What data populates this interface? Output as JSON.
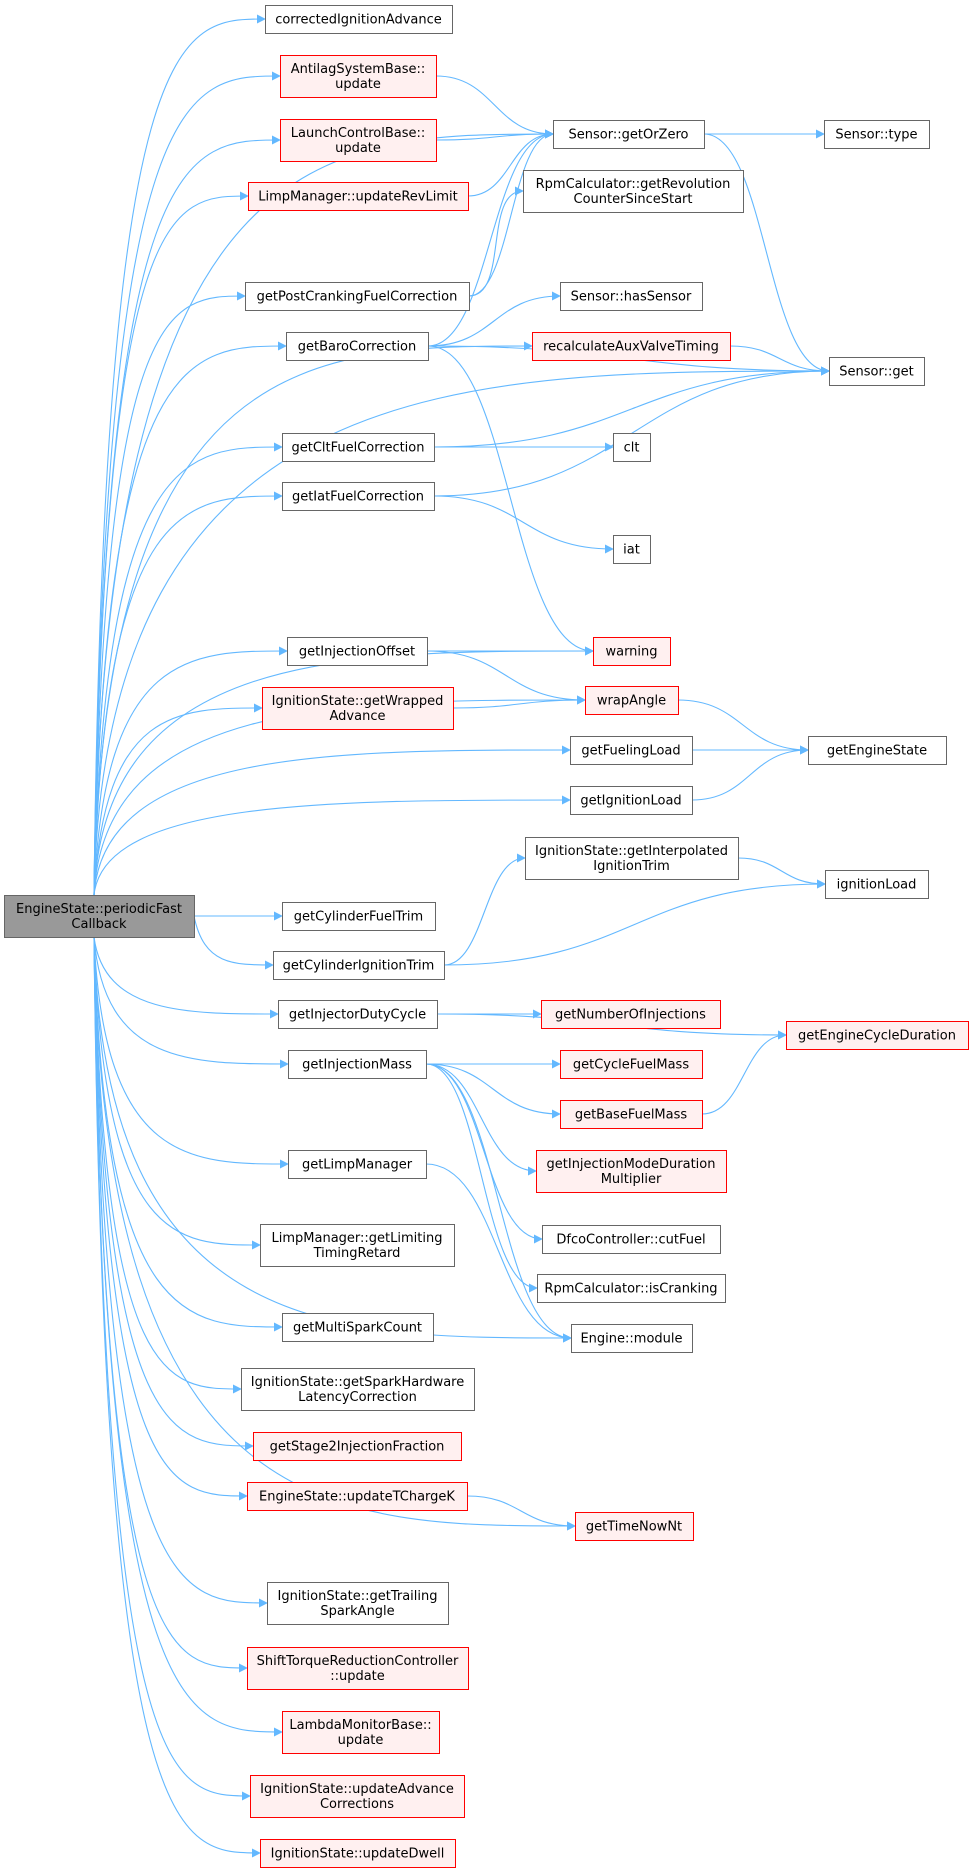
{
  "colors": {
    "edge": "#63b8ff",
    "normal_fill": "#ffffff",
    "normal_stroke": "#666666",
    "red_fill": "#fff0f0",
    "red_stroke": "#ff0000",
    "root_fill": "#999999",
    "root_stroke": "#666666"
  },
  "nodes": [
    {
      "id": "root",
      "lines": [
        "EngineState::periodicFast",
        "Callback"
      ],
      "style": "root"
    },
    {
      "id": "n1",
      "lines": [
        "correctedIgnitionAdvance"
      ],
      "style": "normal"
    },
    {
      "id": "n2",
      "lines": [
        "AntilagSystemBase::",
        "update"
      ],
      "style": "red"
    },
    {
      "id": "n3",
      "lines": [
        "LaunchControlBase::",
        "update"
      ],
      "style": "red"
    },
    {
      "id": "n4",
      "lines": [
        "LimpManager::updateRevLimit"
      ],
      "style": "red"
    },
    {
      "id": "n5",
      "lines": [
        "getPostCrankingFuelCorrection"
      ],
      "style": "normal"
    },
    {
      "id": "n6",
      "lines": [
        "getBaroCorrection"
      ],
      "style": "normal"
    },
    {
      "id": "n7",
      "lines": [
        "getCltFuelCorrection"
      ],
      "style": "normal"
    },
    {
      "id": "n8",
      "lines": [
        "getIatFuelCorrection"
      ],
      "style": "normal"
    },
    {
      "id": "n9",
      "lines": [
        "getInjectionOffset"
      ],
      "style": "normal"
    },
    {
      "id": "n10",
      "lines": [
        "IgnitionState::getWrapped",
        "Advance"
      ],
      "style": "red"
    },
    {
      "id": "n11",
      "lines": [
        "getCylinderFuelTrim"
      ],
      "style": "normal"
    },
    {
      "id": "n12",
      "lines": [
        "getCylinderIgnitionTrim"
      ],
      "style": "normal"
    },
    {
      "id": "n13",
      "lines": [
        "getInjectorDutyCycle"
      ],
      "style": "normal"
    },
    {
      "id": "n14",
      "lines": [
        "getInjectionMass"
      ],
      "style": "normal"
    },
    {
      "id": "n15",
      "lines": [
        "getLimpManager"
      ],
      "style": "normal"
    },
    {
      "id": "n16",
      "lines": [
        "LimpManager::getLimiting",
        "TimingRetard"
      ],
      "style": "normal"
    },
    {
      "id": "n17",
      "lines": [
        "getMultiSparkCount"
      ],
      "style": "normal"
    },
    {
      "id": "n18",
      "lines": [
        "IgnitionState::getSparkHardware",
        "LatencyCorrection"
      ],
      "style": "normal"
    },
    {
      "id": "n19",
      "lines": [
        "getStage2InjectionFraction"
      ],
      "style": "red"
    },
    {
      "id": "n20",
      "lines": [
        "EngineState::updateTChargeK"
      ],
      "style": "red"
    },
    {
      "id": "n21",
      "lines": [
        "IgnitionState::getTrailing",
        "SparkAngle"
      ],
      "style": "normal"
    },
    {
      "id": "n22",
      "lines": [
        "ShiftTorqueReductionController",
        "::update"
      ],
      "style": "red"
    },
    {
      "id": "n23",
      "lines": [
        "LambdaMonitorBase::",
        "update"
      ],
      "style": "red"
    },
    {
      "id": "n24",
      "lines": [
        "IgnitionState::updateAdvance",
        "Corrections"
      ],
      "style": "red"
    },
    {
      "id": "n25",
      "lines": [
        "IgnitionState::updateDwell"
      ],
      "style": "red"
    },
    {
      "id": "s1",
      "lines": [
        "Sensor::getOrZero"
      ],
      "style": "normal"
    },
    {
      "id": "s2",
      "lines": [
        "RpmCalculator::getRevolution",
        "CounterSinceStart"
      ],
      "style": "normal"
    },
    {
      "id": "s3",
      "lines": [
        "Sensor::hasSensor"
      ],
      "style": "normal"
    },
    {
      "id": "s4",
      "lines": [
        "recalculateAuxValveTiming"
      ],
      "style": "red"
    },
    {
      "id": "s5",
      "lines": [
        "clt"
      ],
      "style": "normal"
    },
    {
      "id": "s6",
      "lines": [
        "iat"
      ],
      "style": "normal"
    },
    {
      "id": "s7",
      "lines": [
        "warning"
      ],
      "style": "red"
    },
    {
      "id": "s8",
      "lines": [
        "wrapAngle"
      ],
      "style": "red"
    },
    {
      "id": "s9",
      "lines": [
        "getFuelingLoad"
      ],
      "style": "normal"
    },
    {
      "id": "s10",
      "lines": [
        "getIgnitionLoad"
      ],
      "style": "normal"
    },
    {
      "id": "s11",
      "lines": [
        "IgnitionState::getInterpolated",
        "IgnitionTrim"
      ],
      "style": "normal"
    },
    {
      "id": "s12",
      "lines": [
        "getNumberOfInjections"
      ],
      "style": "red"
    },
    {
      "id": "s13",
      "lines": [
        "getCycleFuelMass"
      ],
      "style": "red"
    },
    {
      "id": "s14",
      "lines": [
        "getBaseFuelMass"
      ],
      "style": "red"
    },
    {
      "id": "s15",
      "lines": [
        "getInjectionModeDuration",
        "Multiplier"
      ],
      "style": "red"
    },
    {
      "id": "s16",
      "lines": [
        "DfcoController::cutFuel"
      ],
      "style": "normal"
    },
    {
      "id": "s17",
      "lines": [
        "RpmCalculator::isCranking"
      ],
      "style": "normal"
    },
    {
      "id": "s18",
      "lines": [
        "Engine::module"
      ],
      "style": "normal"
    },
    {
      "id": "s19",
      "lines": [
        "getTimeNowNt"
      ],
      "style": "red"
    },
    {
      "id": "t1",
      "lines": [
        "Sensor::type"
      ],
      "style": "normal"
    },
    {
      "id": "t2",
      "lines": [
        "Sensor::get"
      ],
      "style": "normal"
    },
    {
      "id": "t3",
      "lines": [
        "getEngineState"
      ],
      "style": "normal"
    },
    {
      "id": "t4",
      "lines": [
        "ignitionLoad"
      ],
      "style": "normal"
    },
    {
      "id": "t5",
      "lines": [
        "getEngineCycleDuration"
      ],
      "style": "red"
    }
  ],
  "edges": [
    [
      "root",
      "n1"
    ],
    [
      "root",
      "n2"
    ],
    [
      "root",
      "n3"
    ],
    [
      "root",
      "n4"
    ],
    [
      "root",
      "n5"
    ],
    [
      "root",
      "n6"
    ],
    [
      "root",
      "n7"
    ],
    [
      "root",
      "n8"
    ],
    [
      "root",
      "n9"
    ],
    [
      "root",
      "n10"
    ],
    [
      "root",
      "n11"
    ],
    [
      "root",
      "n12"
    ],
    [
      "root",
      "n13"
    ],
    [
      "root",
      "n14"
    ],
    [
      "root",
      "n15"
    ],
    [
      "root",
      "n16"
    ],
    [
      "root",
      "n17"
    ],
    [
      "root",
      "n18"
    ],
    [
      "root",
      "n19"
    ],
    [
      "root",
      "n20"
    ],
    [
      "root",
      "n21"
    ],
    [
      "root",
      "n22"
    ],
    [
      "root",
      "n23"
    ],
    [
      "root",
      "n24"
    ],
    [
      "root",
      "n25"
    ],
    [
      "root",
      "s1"
    ],
    [
      "root",
      "s4"
    ],
    [
      "root",
      "s7"
    ],
    [
      "root",
      "s8"
    ],
    [
      "root",
      "s9"
    ],
    [
      "root",
      "s10"
    ],
    [
      "root",
      "s18"
    ],
    [
      "root",
      "s19"
    ],
    [
      "root",
      "t2"
    ],
    [
      "n2",
      "s1"
    ],
    [
      "n3",
      "s1"
    ],
    [
      "n4",
      "s1"
    ],
    [
      "n5",
      "s1"
    ],
    [
      "n5",
      "s2"
    ],
    [
      "n6",
      "s1"
    ],
    [
      "n6",
      "s3"
    ],
    [
      "n6",
      "t2"
    ],
    [
      "n6",
      "s7"
    ],
    [
      "n7",
      "t2"
    ],
    [
      "n7",
      "s5"
    ],
    [
      "n8",
      "t2"
    ],
    [
      "n8",
      "s6"
    ],
    [
      "n9",
      "s7"
    ],
    [
      "n9",
      "s8"
    ],
    [
      "n10",
      "s8"
    ],
    [
      "n12",
      "s11"
    ],
    [
      "n12",
      "t4"
    ],
    [
      "n13",
      "s12"
    ],
    [
      "n13",
      "t5"
    ],
    [
      "n14",
      "s13"
    ],
    [
      "n14",
      "s14"
    ],
    [
      "n14",
      "s15"
    ],
    [
      "n14",
      "s16"
    ],
    [
      "n14",
      "s17"
    ],
    [
      "n14",
      "s18"
    ],
    [
      "n15",
      "s18"
    ],
    [
      "n20",
      "s19"
    ],
    [
      "s1",
      "t1"
    ],
    [
      "s1",
      "t2"
    ],
    [
      "s4",
      "t2"
    ],
    [
      "s8",
      "t3"
    ],
    [
      "s9",
      "t3"
    ],
    [
      "s10",
      "t3"
    ],
    [
      "s11",
      "t4"
    ],
    [
      "s14",
      "t5"
    ]
  ]
}
